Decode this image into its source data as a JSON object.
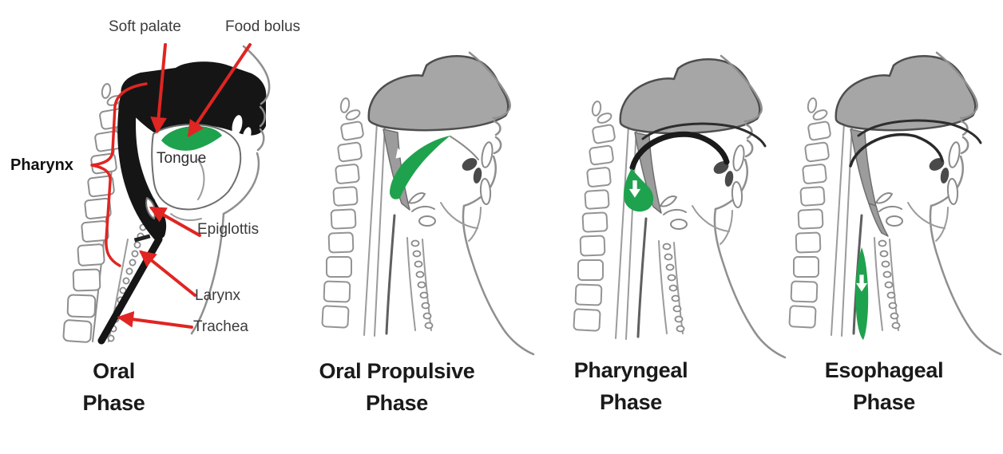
{
  "colors": {
    "bolus_green": "#1FA24D",
    "annotation_red": "#E02522",
    "label_text": "#3C3C3C",
    "caption_text": "#1A1A1A",
    "skull_shade_gray": "#A6A6A6",
    "line_art_gray": "#8A8A8A",
    "panel1_silhouette": "#151515",
    "bolus_arrow_white": "#FFFFFF"
  },
  "panels": [
    {
      "name": "oral-phase",
      "caption_line1": "Oral",
      "caption_line2": "Phase",
      "labels": {
        "soft_palate": "Soft palate",
        "food_bolus": "Food bolus",
        "tongue": "Tongue",
        "pharynx": "Pharynx",
        "epiglottis": "Epiglottis",
        "larynx": "Larynx",
        "trachea": "Trachea"
      },
      "icons": {
        "pointer": "red-arrow-icon",
        "brace": "red-curly-brace-icon"
      }
    },
    {
      "name": "oral-propulsive-phase",
      "caption_line1": "Oral Propulsive",
      "caption_line2": "Phase",
      "icons": {
        "bolus_motion": "white-arrow-down-left-icon"
      }
    },
    {
      "name": "pharyngeal-phase",
      "caption_line1": "Pharyngeal",
      "caption_line2": "Phase",
      "icons": {
        "bolus_motion": "white-arrow-down-icon"
      }
    },
    {
      "name": "esophageal-phase",
      "caption_line1": "Esophageal",
      "caption_line2": "Phase",
      "icons": {
        "bolus_motion": "white-arrow-down-icon"
      }
    }
  ]
}
